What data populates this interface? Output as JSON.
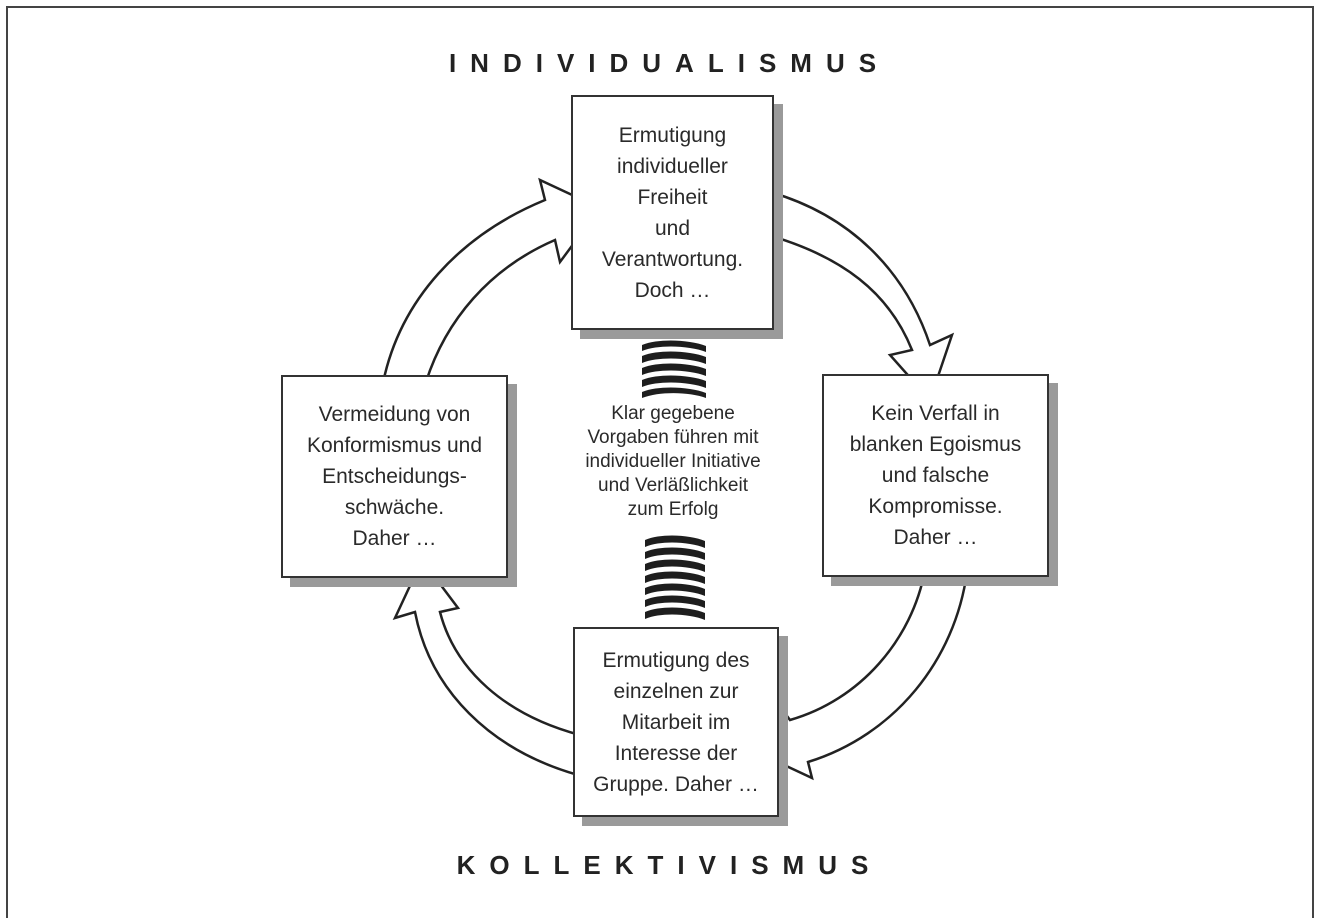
{
  "headings": {
    "top": "INDIVIDUALISMUS",
    "bottom": "KOLLEKTIVISMUS"
  },
  "boxes": {
    "top": "Ermutigung\nindividueller\nFreiheit\nund\nVerantwortung.\nDoch …",
    "right": "Kein Verfall in\nblanken Egoismus\nund falsche\nKompromisse.\nDaher …",
    "bottom": "Ermutigung des\neinzelnen zur\nMitarbeit im\nInteresse der\nGruppe. Daher …",
    "left": "Vermeidung von\nKonformismus und\nEntscheidungs-\nschwäche.\nDaher …"
  },
  "center": "Klar gegebene\nVorgaben führen mit\nindividueller Initiative\nund Verläßlichkeit\nzum Erfolg",
  "colors": {
    "line": "#222222",
    "shadow": "#9a9a9a",
    "fill": "#ffffff",
    "helix": "#1e1e1e"
  },
  "icons": {
    "connector_top": "helix-spring-icon",
    "connector_bottom": "helix-spring-icon"
  }
}
